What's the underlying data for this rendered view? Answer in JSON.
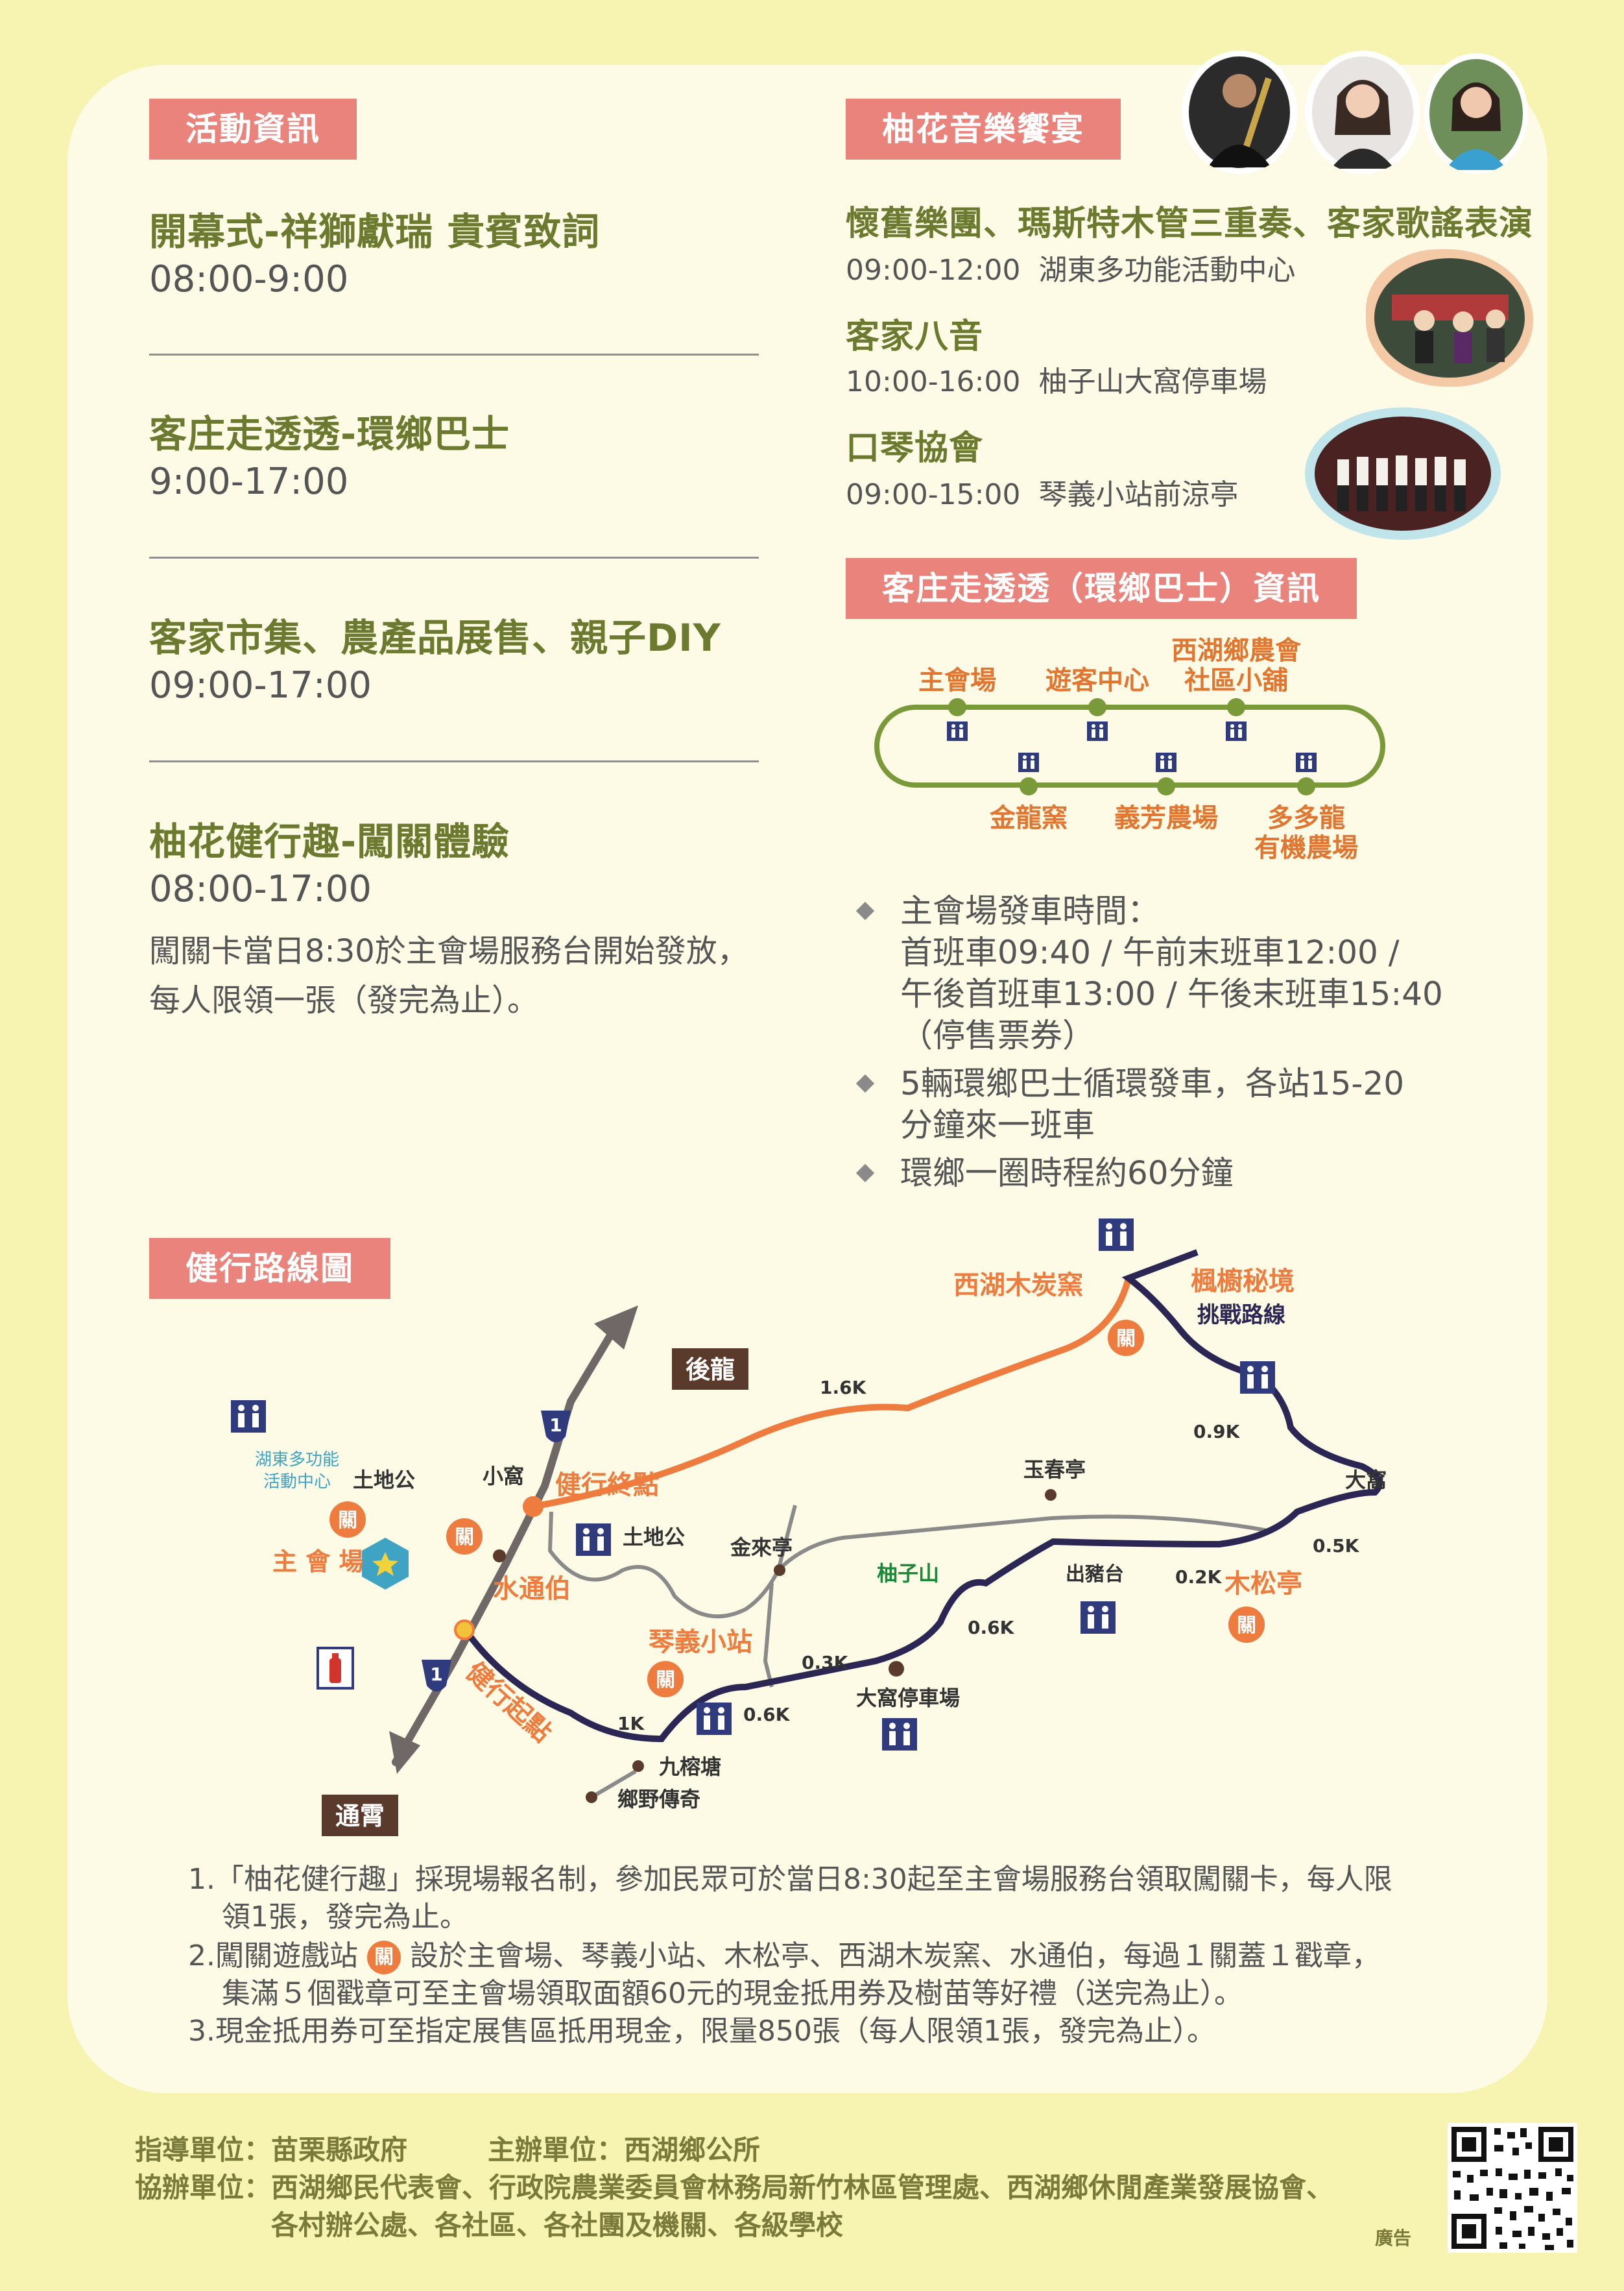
{
  "activity_info": {
    "tag": "活動資訊",
    "items": [
      {
        "title": "開幕式-祥獅獻瑞 貴賓致詞",
        "time": "08:00-9:00"
      },
      {
        "title": "客庄走透透-環鄉巴士",
        "time": "9:00-17:00"
      },
      {
        "title": "客家市集、農產品展售、親子DIY",
        "time": "09:00-17:00"
      },
      {
        "title": "柚花健行趣-闖關體驗",
        "time": "08:00-17:00",
        "desc_lines": [
          "闖關卡當日8:30於主會場服務台開始發放，",
          "每人限領一張（發完為止）。"
        ]
      }
    ]
  },
  "music": {
    "tag": "柚花音樂饗宴",
    "items": [
      {
        "title": "懷舊樂團、瑪斯特木管三重奏、客家歌謠表演",
        "time": "09:00-12:00",
        "place": "湖東多功能活動中心"
      },
      {
        "title": "客家八音",
        "time": "10:00-16:00",
        "place": "柚子山大窩停車場"
      },
      {
        "title": "口琴協會",
        "time": "09:00-15:00",
        "place": "琴義小站前涼亭"
      }
    ]
  },
  "bus": {
    "tag": "客庄走透透（環鄉巴士）資訊",
    "stops_top": [
      "主會場",
      "遊客中心",
      "西湖鄉農會",
      "社區小舖"
    ],
    "stops_bottom": [
      "金龍窯",
      "義芳農場",
      "多多龍",
      "有機農場"
    ],
    "bullets": [
      {
        "lines": [
          "主會場發車時間：",
          "首班車09:40 / 午前末班車12:00 /",
          "午後首班車13:00 / 午後末班車15:40",
          "（停售票券）"
        ]
      },
      {
        "lines": [
          "5輛環鄉巴士循環發車，各站15-20",
          "分鐘來一班車"
        ]
      },
      {
        "lines": [
          "環鄉一圈時程約60分鐘"
        ]
      }
    ]
  },
  "route_map": {
    "tag": "健行路線圖",
    "labels": {
      "houlong": "後龍",
      "tongxiao": "通霄",
      "hudong_1": "湖東多功能",
      "hudong_2": "活動中心",
      "tudigong_1": "土地公",
      "tudigong_2": "土地公",
      "main_venue": "主 會 場",
      "xiaowo": "小窩",
      "end_point": "健行終點",
      "start_point": "健行起點",
      "shuitongbo": "水通伯",
      "jinlaiting": "金來亭",
      "qinyi": "琴義小站",
      "youzishan": "柚子山",
      "yuchunting": "玉春亭",
      "chuzhutai": "出豬台",
      "muchongting": "木松亭",
      "dawo": "大窩",
      "dawo_parking": "大窩停車場",
      "jiurongtang": "九榕塘",
      "xiangye": "鄉野傳奇",
      "charcoal_kiln": "西湖木炭窯",
      "maple_1": "楓櫥秘境",
      "maple_2": "挑戰路線",
      "checkpoint": "關",
      "highway": "1",
      "d_1_6k": "1.6K",
      "d_0_9k": "0.9K",
      "d_0_5k": "0.5K",
      "d_0_2k": "0.2K",
      "d_0_6k_a": "0.6K",
      "d_0_3k": "0.3K",
      "d_0_6k_b": "0.6K",
      "d_1k": "1K"
    }
  },
  "notes": [
    {
      "num": "1.",
      "lines": [
        "「柚花健行趣」採現場報名制，參加民眾可於當日8:30起至主會場服務台領取闖關卡，每人限",
        "領1張，發完為止。"
      ]
    },
    {
      "num": "2.",
      "pre": "闖關遊戲站",
      "badge": "關",
      "post": "設於主會場、琴義小站、木松亭、西湖木炭窯、水通伯，每過１關蓋１戳章，",
      "lines": [
        "集滿５個戳章可至主會場領取面額60元的現金抵用券及樹苗等好禮（送完為止）。"
      ]
    },
    {
      "num": "3.",
      "lines": [
        "現金抵用券可至指定展售區抵用現金，限量850張（每人限領1張，發完為止）。"
      ]
    }
  ],
  "footer": {
    "guide": "指導單位：苗栗縣政府",
    "host": "主辦單位：西湖鄉公所",
    "co_label": "協辦單位：",
    "co_line1": "西湖鄉民代表會、行政院農業委員會林務局新竹林區管理處、西湖鄉休閒產業發展協會、",
    "co_line2": "各村辦公處、各社區、各社團及機關、各級學校",
    "ad": "廣告"
  },
  "colors": {
    "tag_bg": "#e9837c",
    "title_green": "#6b7a2e",
    "route_orange": "#ef7c3f",
    "route_navy": "#2b2653",
    "road_gray": "#6f6866",
    "bus_loop_green": "#7a9a3a"
  }
}
